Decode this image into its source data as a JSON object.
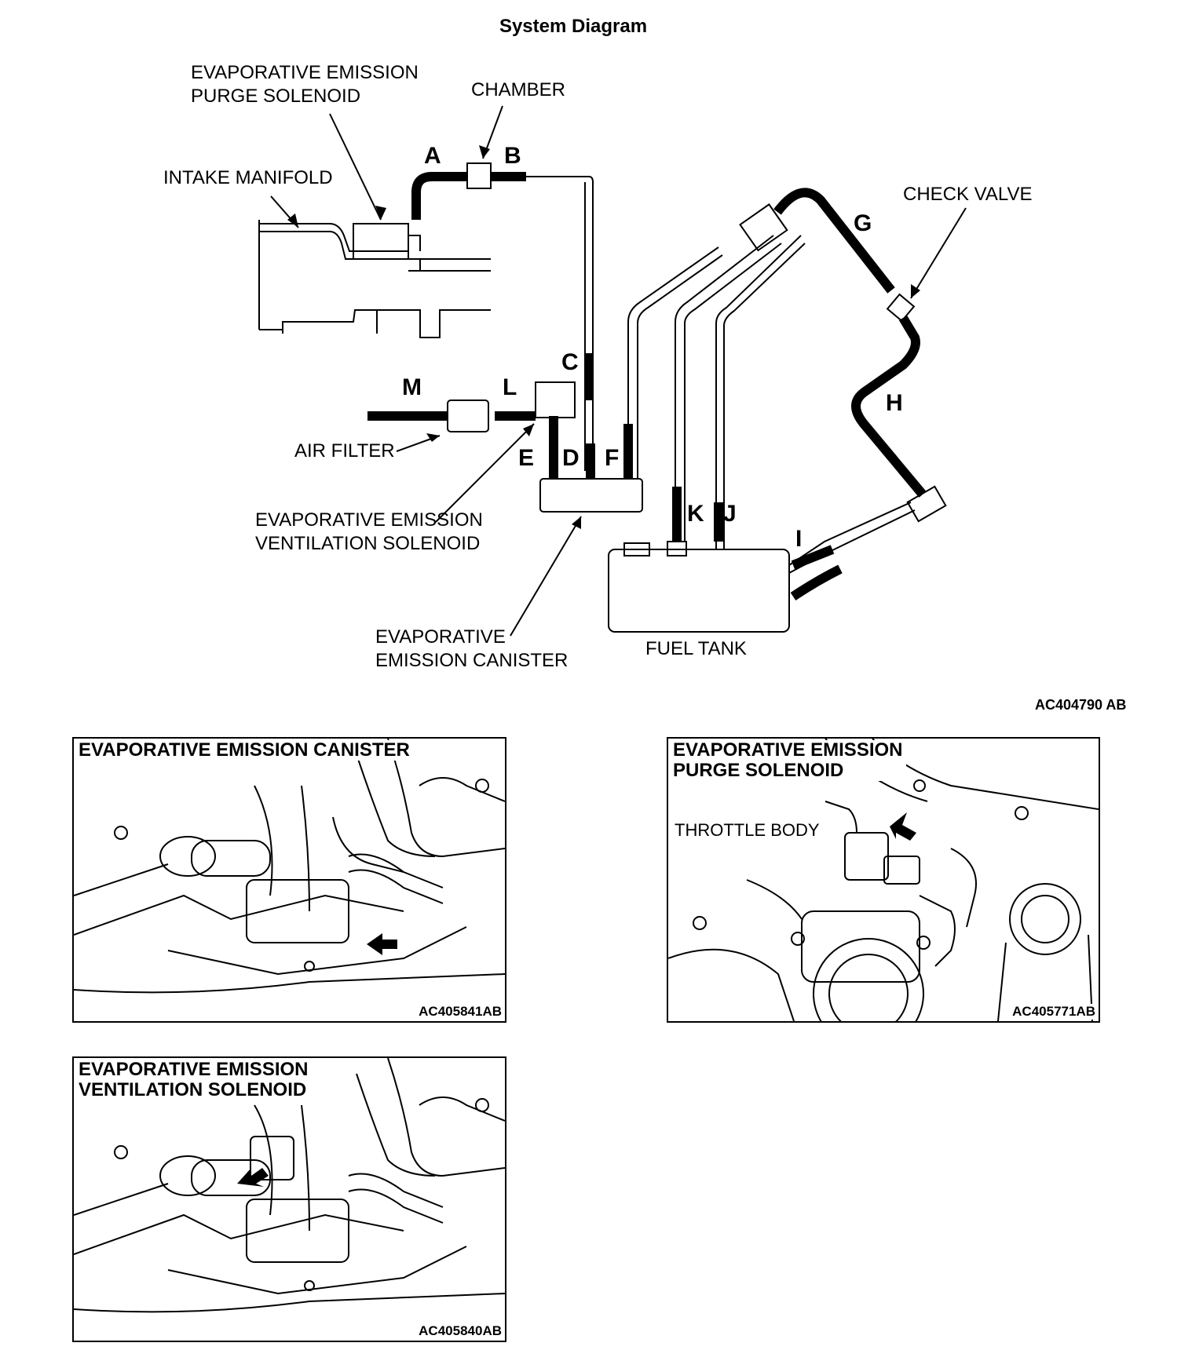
{
  "title": "System Diagram",
  "diagram": {
    "labels": {
      "purge_solenoid": "EVAPORATIVE EMISSION\nPURGE SOLENOID",
      "chamber": "CHAMBER",
      "intake_manifold": "INTAKE MANIFOLD",
      "check_valve": "CHECK VALVE",
      "air_filter": "AIR FILTER",
      "ventilation_solenoid": "EVAPORATIVE EMISSION\nVENTILATION SOLENOID",
      "canister": "EVAPORATIVE\nEMISSION CANISTER",
      "fuel_tank": "FUEL TANK"
    },
    "hose_letters": [
      "A",
      "B",
      "C",
      "D",
      "E",
      "F",
      "G",
      "H",
      "I",
      "J",
      "K",
      "L",
      "M"
    ],
    "code": "AC404790 AB"
  },
  "panels": {
    "canister": {
      "title": "EVAPORATIVE EMISSION CANISTER",
      "code": "AC405841AB"
    },
    "purge": {
      "title": "EVAPORATIVE EMISSION\nPURGE SOLENOID",
      "throttle": "THROTTLE BODY",
      "code": "AC405771AB"
    },
    "vent": {
      "title": "EVAPORATIVE EMISSION\nVENTILATION SOLENOID",
      "code": "AC405840AB"
    }
  }
}
